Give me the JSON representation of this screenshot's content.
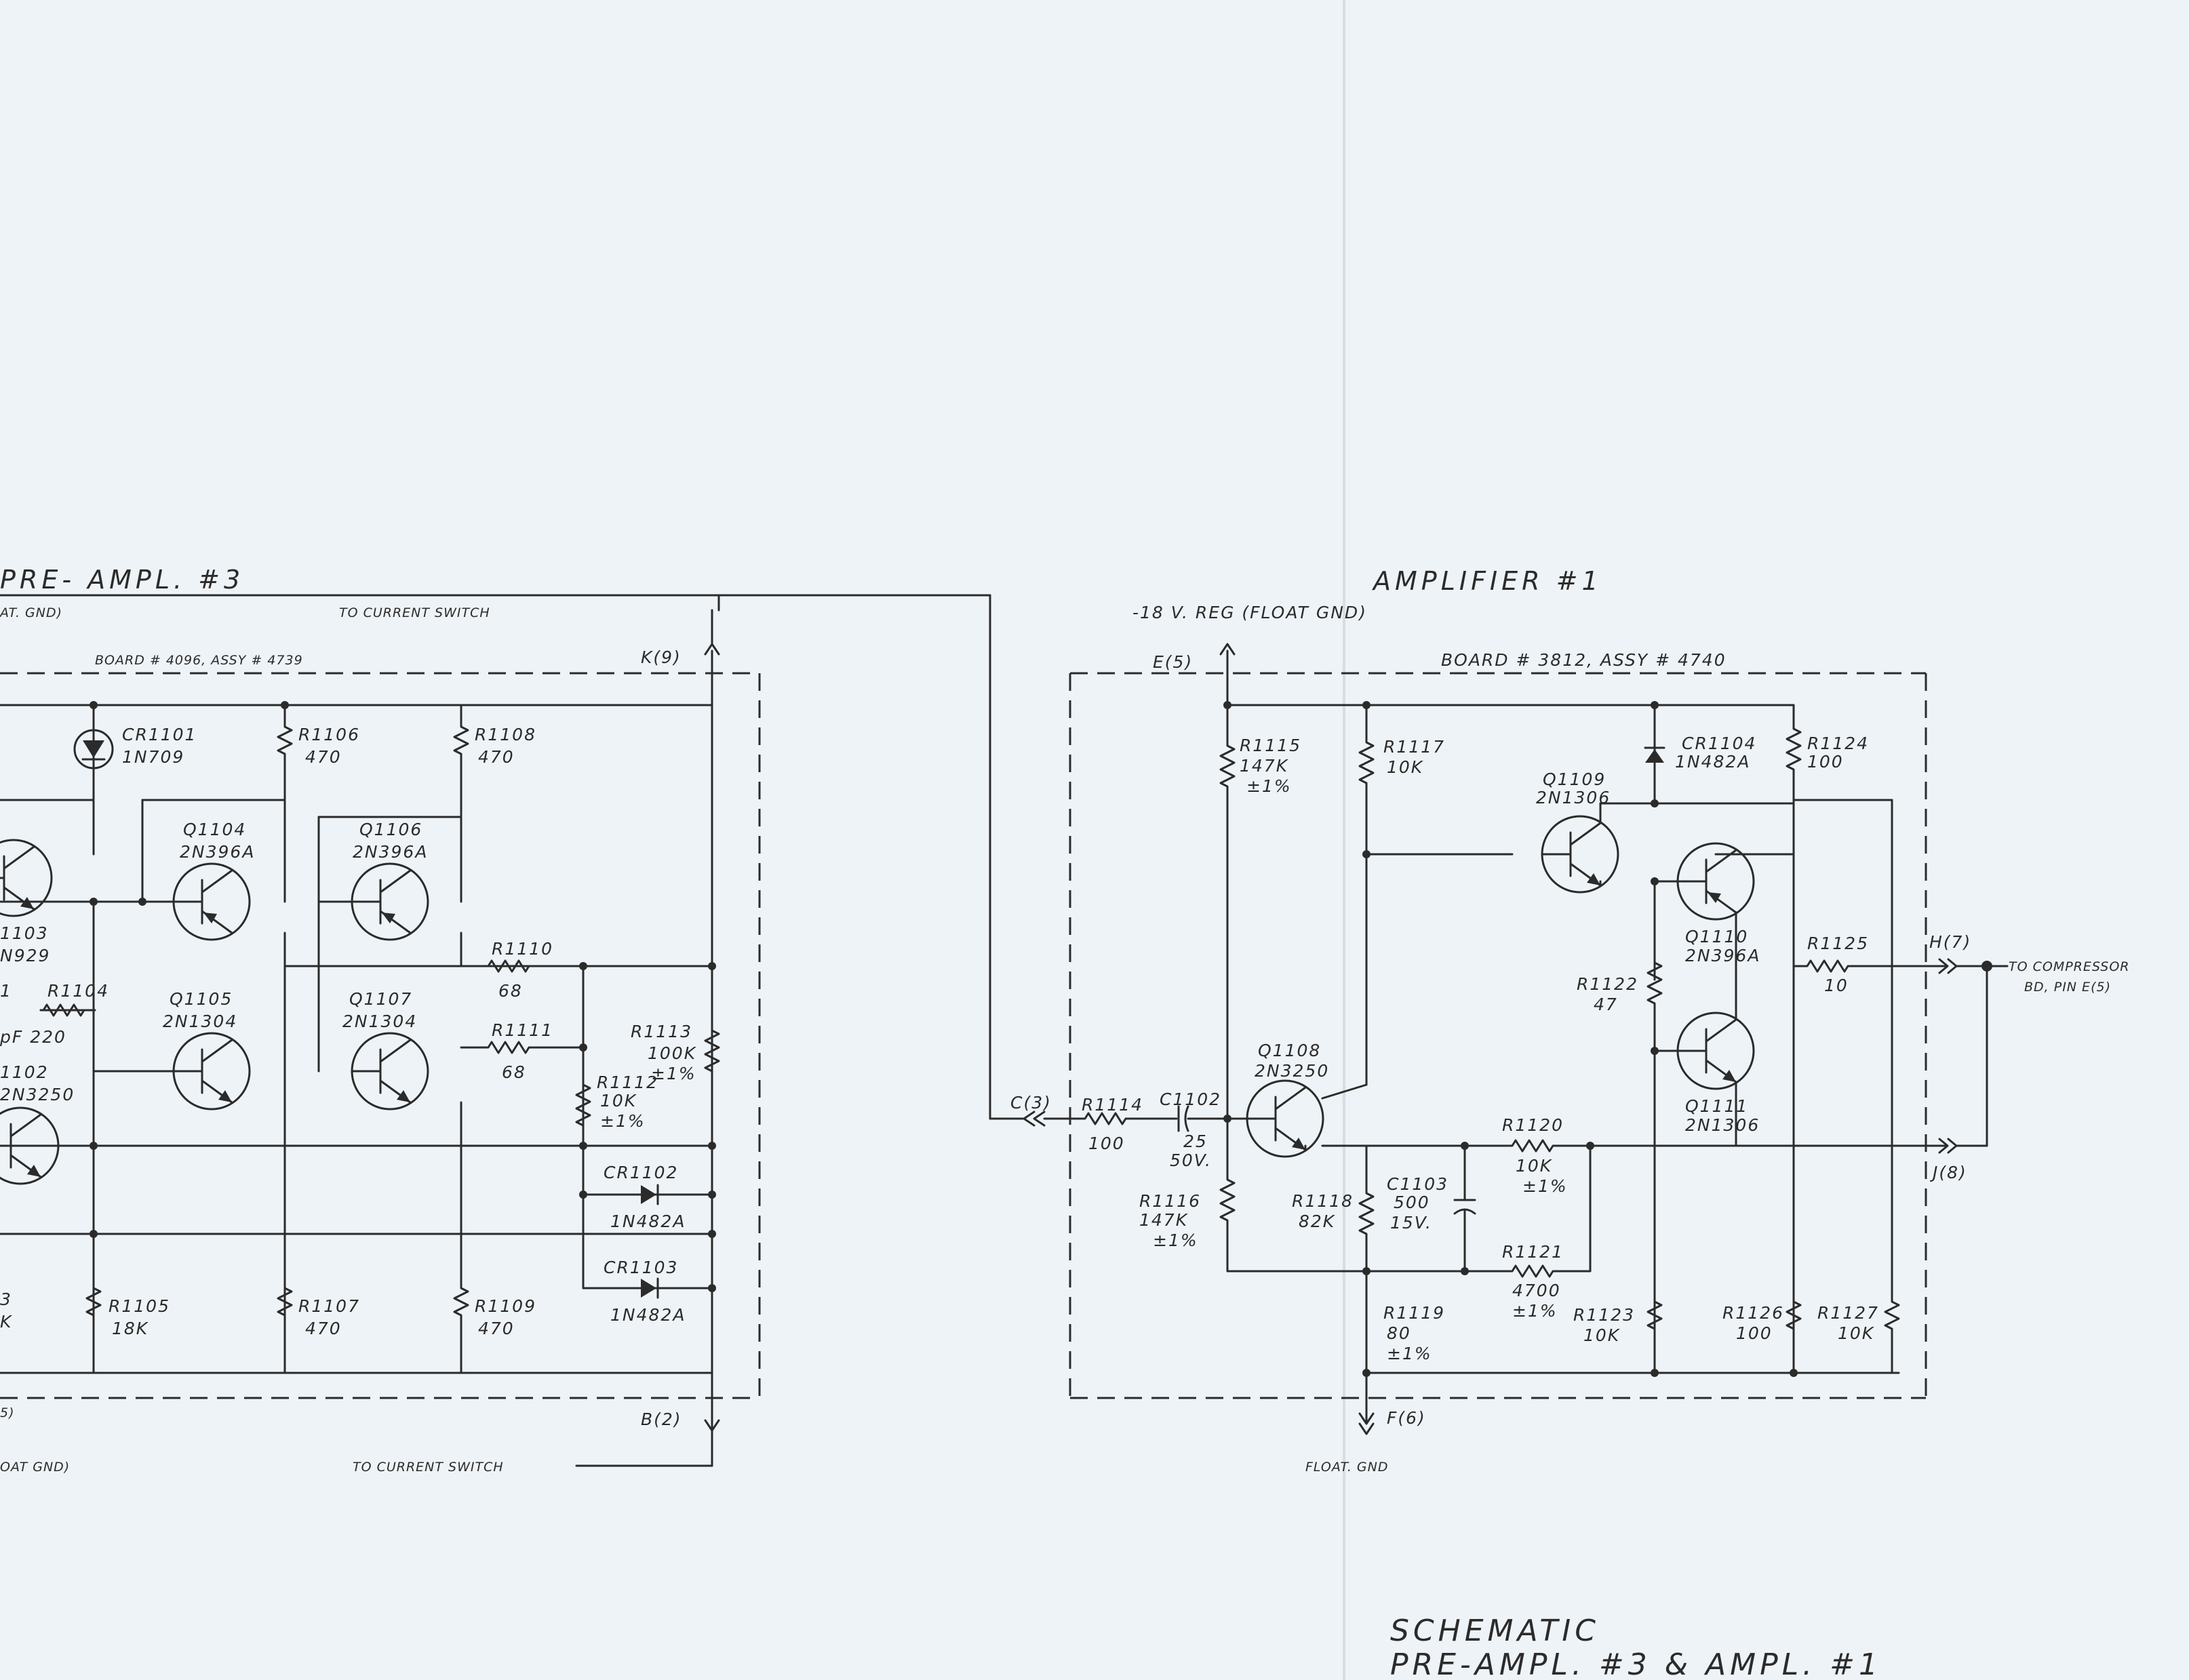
{
  "sections": {
    "preamp_title": "PRE- AMPL. #3",
    "preamp_supply_fragment": "AT. GND)",
    "preamp_board": "BOARD # 4096, ASSY # 4739",
    "preamp_bottom_supply_fragment": "OAT GND)",
    "preamp_bottom_fragment": "5)",
    "amp_title": "AMPLIFIER #1",
    "amp_supply": "-18 V. REG (FLOAT GND)",
    "amp_board": "BOARD # 3812, ASSY # 4740",
    "amp_ground": "FLOAT. GND"
  },
  "connectors": {
    "to_current_switch_top": "TO CURRENT SWITCH",
    "to_current_switch_bottom": "TO CURRENT SWITCH",
    "k9": "K(9)",
    "b2": "B(2)",
    "c3": "C(3)",
    "e5": "E(5)",
    "f6": "F(6)",
    "h7": "H(7)",
    "j8": "J(8)",
    "to_compressor_1": "TO COMPRESSOR",
    "to_compressor_2": "BD, PIN E(5)"
  },
  "components": {
    "cr1101": [
      "CR1101",
      "1N709"
    ],
    "r1106": [
      "R1106",
      "470"
    ],
    "r1108": [
      "R1108",
      "470"
    ],
    "q1104": [
      "Q1104",
      "2N396A"
    ],
    "q1106": [
      "Q1106",
      "2N396A"
    ],
    "q1103": [
      "1103",
      "N929"
    ],
    "r1104": [
      "R1104",
      "pF 220"
    ],
    "r1104_prefix": "1",
    "q1105": [
      "Q1105",
      "2N1304"
    ],
    "q1107": [
      "Q1107",
      "2N1304"
    ],
    "q1102": [
      "1102",
      "2N3250"
    ],
    "r1110": [
      "R1110",
      "68"
    ],
    "r1111": [
      "R1111",
      "68"
    ],
    "r1112": [
      "R1112",
      "10K",
      "±1%"
    ],
    "r1113": [
      "R1113",
      "100K",
      "±1%"
    ],
    "cr1102": [
      "CR1102",
      "1N482A"
    ],
    "cr1103": [
      "CR1103",
      "1N482A"
    ],
    "r1103_fragment": [
      "3",
      "K"
    ],
    "r1105": [
      "R1105",
      "18K"
    ],
    "r1107": [
      "R1107",
      "470"
    ],
    "r1109": [
      "R1109",
      "470"
    ],
    "r1115": [
      "R1115",
      "147K",
      "±1%"
    ],
    "r1117": [
      "R1117",
      "10K"
    ],
    "cr1104": [
      "CR1104",
      "1N482A"
    ],
    "r1124": [
      "R1124",
      "100"
    ],
    "q1109": [
      "Q1109",
      "2N1306"
    ],
    "q1110": [
      "Q1110",
      "2N396A"
    ],
    "r1125": [
      "R1125",
      "10"
    ],
    "r1122": [
      "R1122",
      "47"
    ],
    "q1108": [
      "Q1108",
      "2N3250"
    ],
    "r1114": [
      "R1114",
      "100"
    ],
    "c1102": [
      "C1102",
      "25",
      "50V."
    ],
    "q1111": [
      "Q1111",
      "2N1306"
    ],
    "r1120": [
      "R1120",
      "10K",
      "±1%"
    ],
    "r1116": [
      "R1116",
      "147K",
      "±1%"
    ],
    "r1118": [
      "R1118",
      "82K"
    ],
    "c1103": [
      "C1103",
      "500",
      "15V."
    ],
    "r1121": [
      "R1121",
      "4700",
      "±1%"
    ],
    "r1119": [
      "R1119",
      "80",
      "±1%"
    ],
    "r1123": [
      "R1123",
      "10K"
    ],
    "r1126": [
      "R1126",
      "100"
    ],
    "r1127": [
      "R1127",
      "10K"
    ]
  },
  "title_block": {
    "line1": "SCHEMATIC",
    "line2": "PRE-AMPL. #3  & AMPL. #1"
  }
}
